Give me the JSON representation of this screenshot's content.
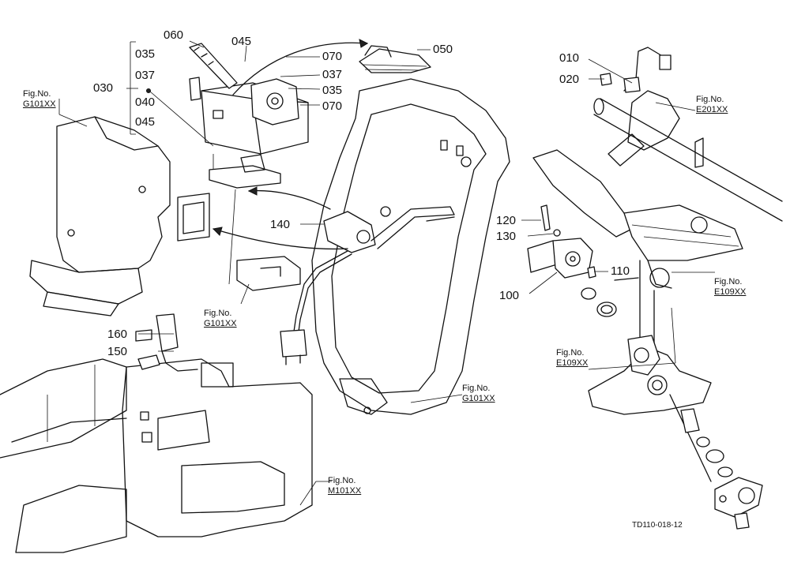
{
  "parts": {
    "p010": "010",
    "p020": "020",
    "p030": "030",
    "p035a": "035",
    "p035b": "035",
    "p037a": "037",
    "p037b": "037",
    "p040": "040",
    "p045a": "045",
    "p045b": "045",
    "p050": "050",
    "p060": "060",
    "p070a": "070",
    "p070b": "070",
    "p100": "100",
    "p110": "110",
    "p120": "120",
    "p130": "130",
    "p140": "140",
    "p150": "150",
    "p160": "160"
  },
  "fig_refs": {
    "prefix": "Fig.No.",
    "g101_top_left": "G101XX",
    "g101_mid": "G101XX",
    "g101_right": "G101XX",
    "m101": "M101XX",
    "e201": "E201XX",
    "e109_upper": "E109XX",
    "e109_lower": "E109XX"
  },
  "drawing_code": "TD110-018-12"
}
